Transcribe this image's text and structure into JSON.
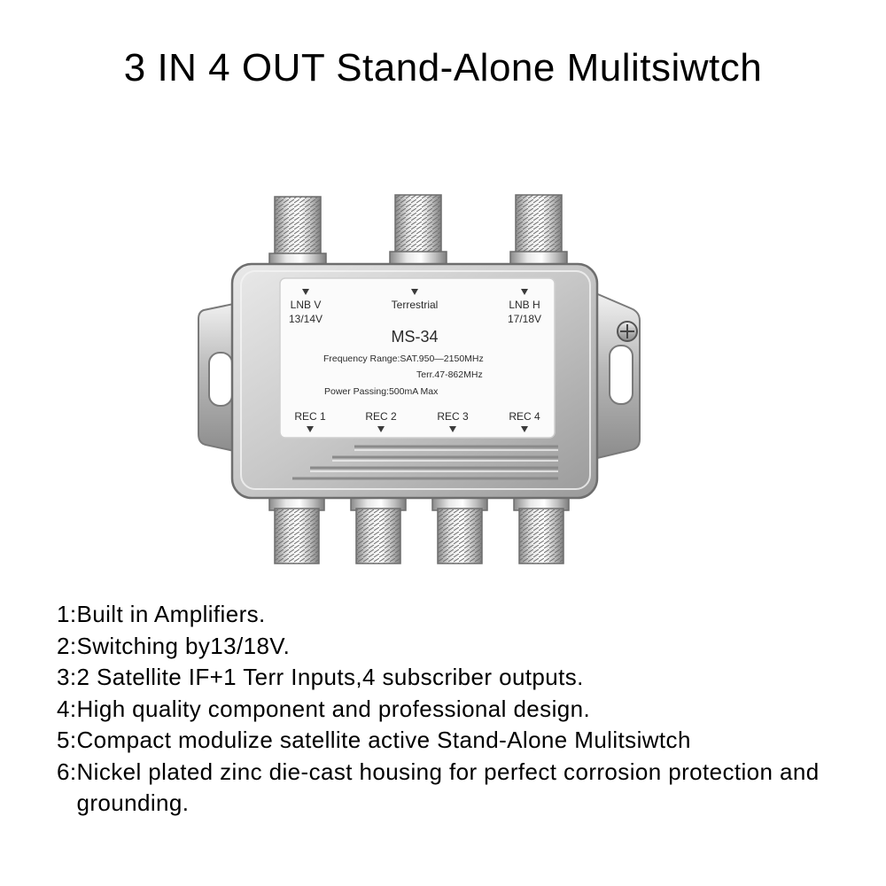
{
  "title": "3 IN 4 OUT Stand-Alone Mulitsiwtch",
  "device_label": {
    "inputs": [
      {
        "name": "LNB V",
        "voltage": "13/14V"
      },
      {
        "name": "Terrestrial",
        "voltage": ""
      },
      {
        "name": "LNB H",
        "voltage": "17/18V"
      }
    ],
    "model": "MS-34",
    "frequency_range": "Frequency Range:SAT.950—2150MHz",
    "terr_range": "Terr.47-862MHz",
    "power_passing": "Power Passing:500mA Max",
    "outputs": [
      "REC 1",
      "REC 2",
      "REC 3",
      "REC 4"
    ]
  },
  "features": [
    {
      "num": "1:",
      "text": "Built in Amplifiers."
    },
    {
      "num": "2:",
      "text": "Switching by13/18V."
    },
    {
      "num": "3:",
      "text": "2 Satellite IF+1 Terr Inputs,4 subscriber outputs."
    },
    {
      "num": "4:",
      "text": "High quality component and professional design."
    },
    {
      "num": "5:",
      "text": "Compact modulize satellite active Stand-Alone Mulitsiwtch"
    },
    {
      "num": "6:",
      "text": "Nickel plated zinc die-cast housing for perfect corrosion protection and grounding."
    }
  ]
}
